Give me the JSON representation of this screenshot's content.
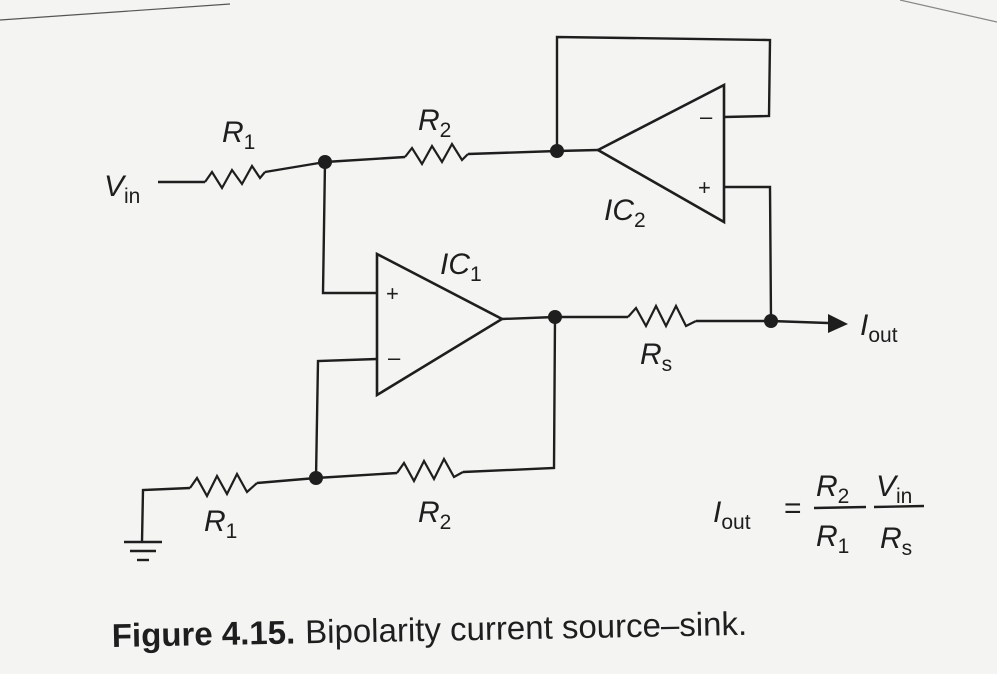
{
  "diagram": {
    "labels": {
      "vin": {
        "main": "V",
        "sub": "in"
      },
      "r1_top": {
        "main": "R",
        "sub": "1"
      },
      "r2_top": {
        "main": "R",
        "sub": "2"
      },
      "ic2": {
        "main": "IC",
        "sub": "2"
      },
      "ic1": {
        "main": "IC",
        "sub": "1"
      },
      "rs": {
        "main": "R",
        "sub": "s"
      },
      "iout": {
        "main": "I",
        "sub": "out"
      },
      "r1_bottom": {
        "main": "R",
        "sub": "1"
      },
      "r2_bottom": {
        "main": "R",
        "sub": "2"
      }
    },
    "opamp_inputs": {
      "ic2_minus": "–",
      "ic2_plus": "+",
      "ic1_plus": "+",
      "ic1_minus": "–"
    },
    "equation": {
      "lhs_main": "I",
      "lhs_sub": "out",
      "equals": "=",
      "frac1_num_main": "R",
      "frac1_num_sub": "2",
      "frac1_den_main": "R",
      "frac1_den_sub": "1",
      "frac2_num_main": "V",
      "frac2_num_sub": "in",
      "frac2_den_main": "R",
      "frac2_den_sub": "s"
    }
  },
  "caption": {
    "label": "Figure 4.15.",
    "text": "Bipolarity current source–sink."
  }
}
